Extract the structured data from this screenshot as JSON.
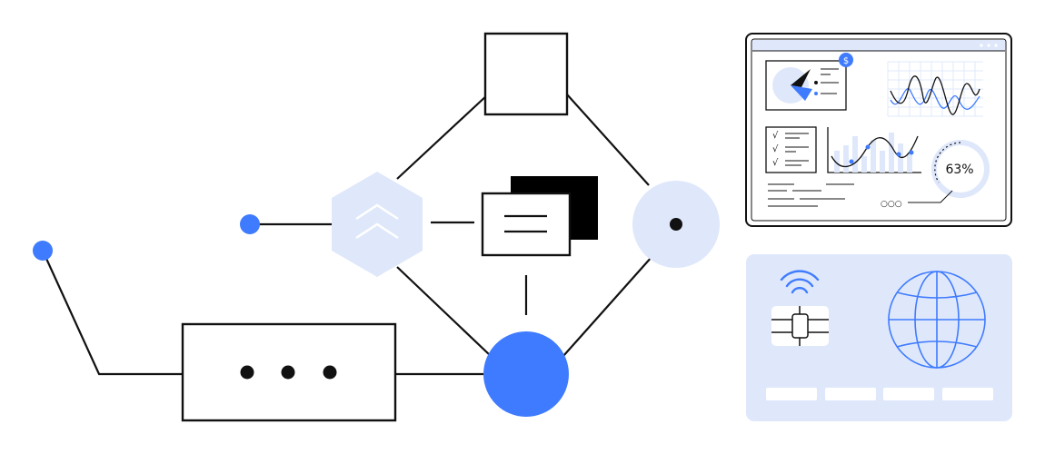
{
  "colors": {
    "accent": "#3f7bff",
    "light_blue": "#dfe8fb",
    "stroke": "#111111",
    "background": "#ffffff"
  },
  "diagram": {
    "dots_label": "• • •"
  },
  "dashboard": {
    "gauge_percent": 63,
    "gauge_label": "63%",
    "badge_label": "$",
    "footer_dots": "○○○",
    "checklist_marks": [
      "√",
      "√",
      "√"
    ]
  },
  "card": {
    "icons": [
      "wifi-icon",
      "chip-icon",
      "globe-icon"
    ],
    "number_groups": 4
  }
}
